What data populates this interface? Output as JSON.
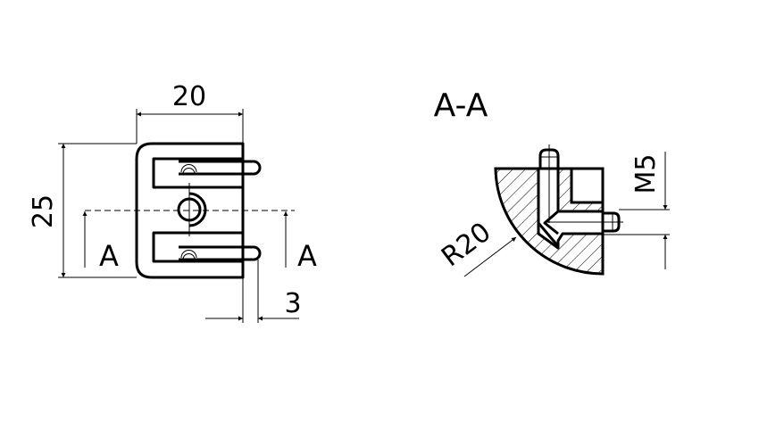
{
  "front_view": {
    "width_dim": "20",
    "height_dim": "25",
    "pin_offset_dim": "3",
    "section_label_left": "A",
    "section_label_right": "A"
  },
  "section_view": {
    "title": "A-A",
    "radius_dim": "R20",
    "thread_dim": "M5"
  }
}
